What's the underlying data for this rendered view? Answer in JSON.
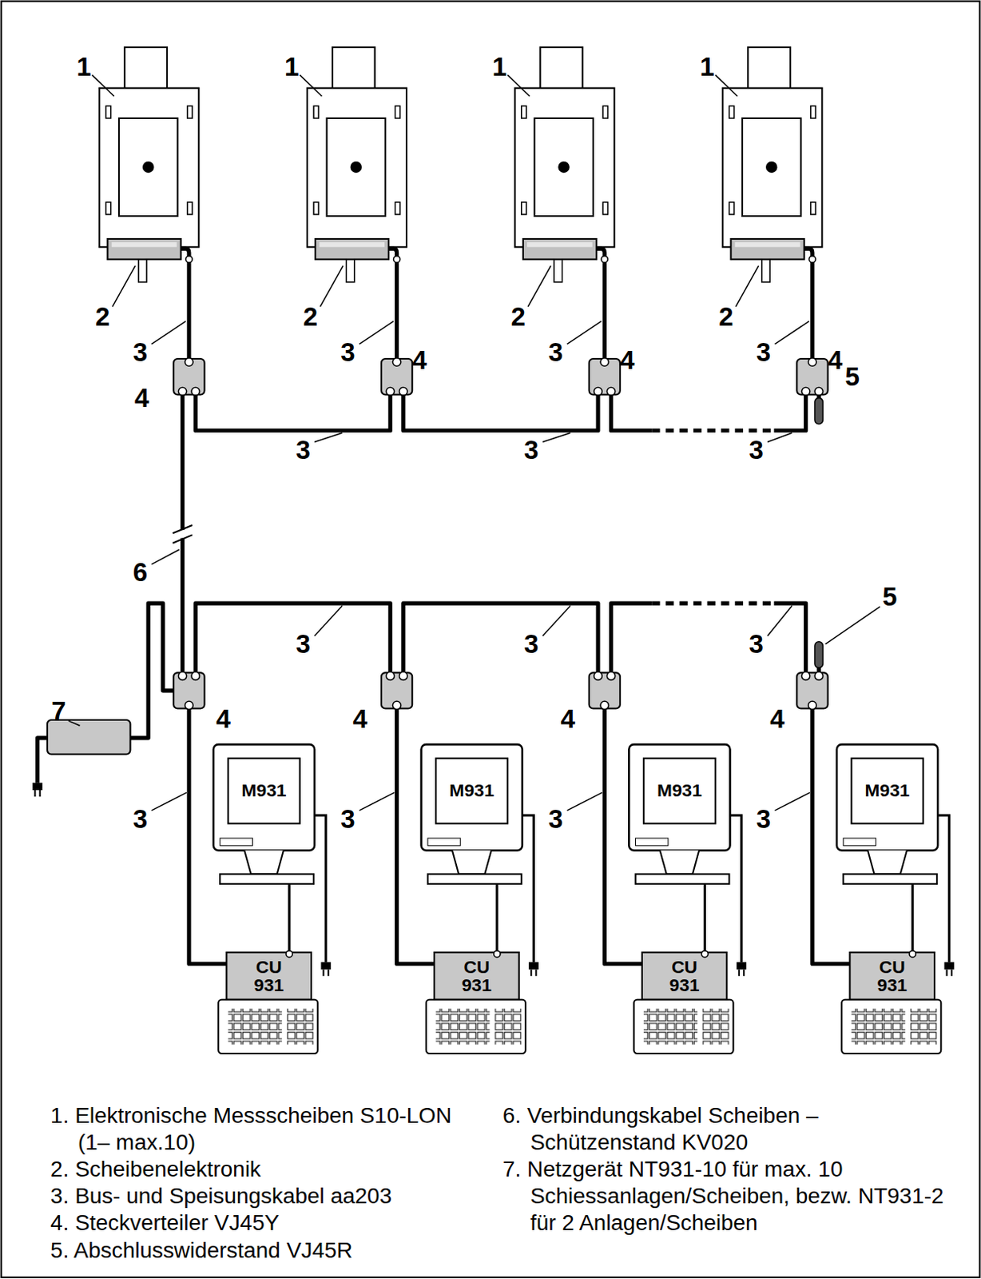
{
  "diagram": {
    "nodes": [
      {
        "text": [
          "M931"
        ]
      },
      {
        "text": [
          "M931"
        ]
      },
      {
        "text": [
          "M931"
        ]
      },
      {
        "text": [
          "M931"
        ]
      },
      {
        "text": [
          "CU 931"
        ]
      },
      {
        "text": [
          "CU 931"
        ]
      },
      {
        "text": [
          "CU 931"
        ]
      },
      {
        "text": [
          "CU 931"
        ]
      }
    ],
    "labels": [
      "1",
      "1",
      "1",
      "1",
      "2",
      "2",
      "2",
      "2",
      "3",
      "3",
      "3",
      "3",
      "4",
      "4",
      "4",
      "4",
      "5",
      "3",
      "3",
      "3",
      "6",
      "5",
      "3",
      "3",
      "3",
      "7",
      "4",
      "4",
      "4",
      "4",
      "3",
      "3",
      "3",
      "3",
      "1. Elektronische Messscheiben S10-LON (1– max.10)",
      "2. Scheibenelektronik",
      "3. Bus- und Speisungskabel aa203",
      "4. Steckverteiler VJ45Y",
      "5. Abschlusswiderstand VJ45R",
      "6. Verbindungskabel Scheiben – Schützenstand KV020",
      "7. Netzgerät NT931-10 für max. 10 Schiessanlagen/Scheiben, bezw. NT931-2 für 2 Anlagen/Scheiben"
    ]
  }
}
